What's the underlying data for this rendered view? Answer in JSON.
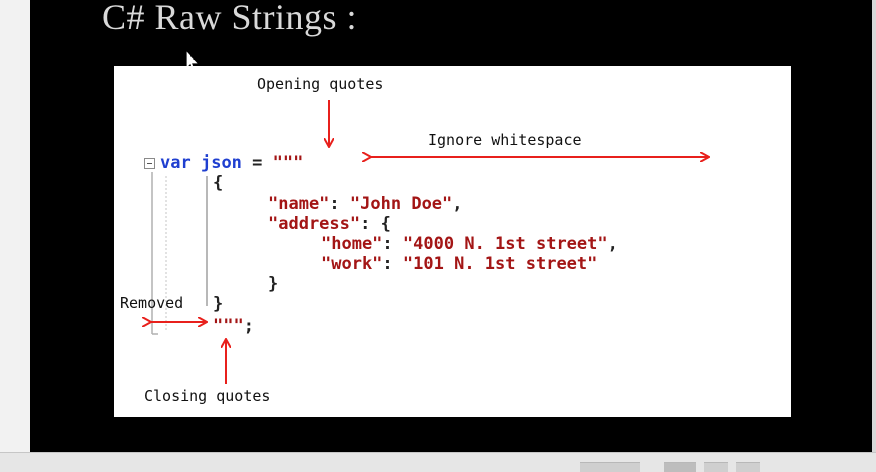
{
  "slide": {
    "title": "C# Raw Strings :"
  },
  "diagram": {
    "annotations": {
      "opening_quotes": "Opening quotes",
      "ignore_whitespace": "Ignore whitespace",
      "removed": "Removed",
      "closing_quotes": "Closing quotes"
    },
    "code": {
      "line1": {
        "keyword": "var",
        "identifier": "json",
        "operator": "=",
        "quotes": "\"\"\""
      },
      "line2": "{",
      "line3": {
        "key": "\"name\"",
        "sep": ":",
        "value": "\"John Doe\"",
        "trail": ","
      },
      "line4": {
        "key": "\"address\"",
        "sep": ":",
        "trail": "{"
      },
      "line5": {
        "key": "\"home\"",
        "sep": ":",
        "value": "\"4000 N. 1st street\"",
        "trail": ","
      },
      "line6": {
        "key": "\"work\"",
        "sep": ":",
        "value": "\"101 N. 1st street\""
      },
      "line7": "}",
      "line8": "}",
      "line9": {
        "quotes": "\"\"\"",
        "trail": ";"
      }
    }
  },
  "colors": {
    "arrow": "#e8201c",
    "keyword": "#1f3fd0",
    "string": "#a31515",
    "slide_bg": "#000000"
  }
}
